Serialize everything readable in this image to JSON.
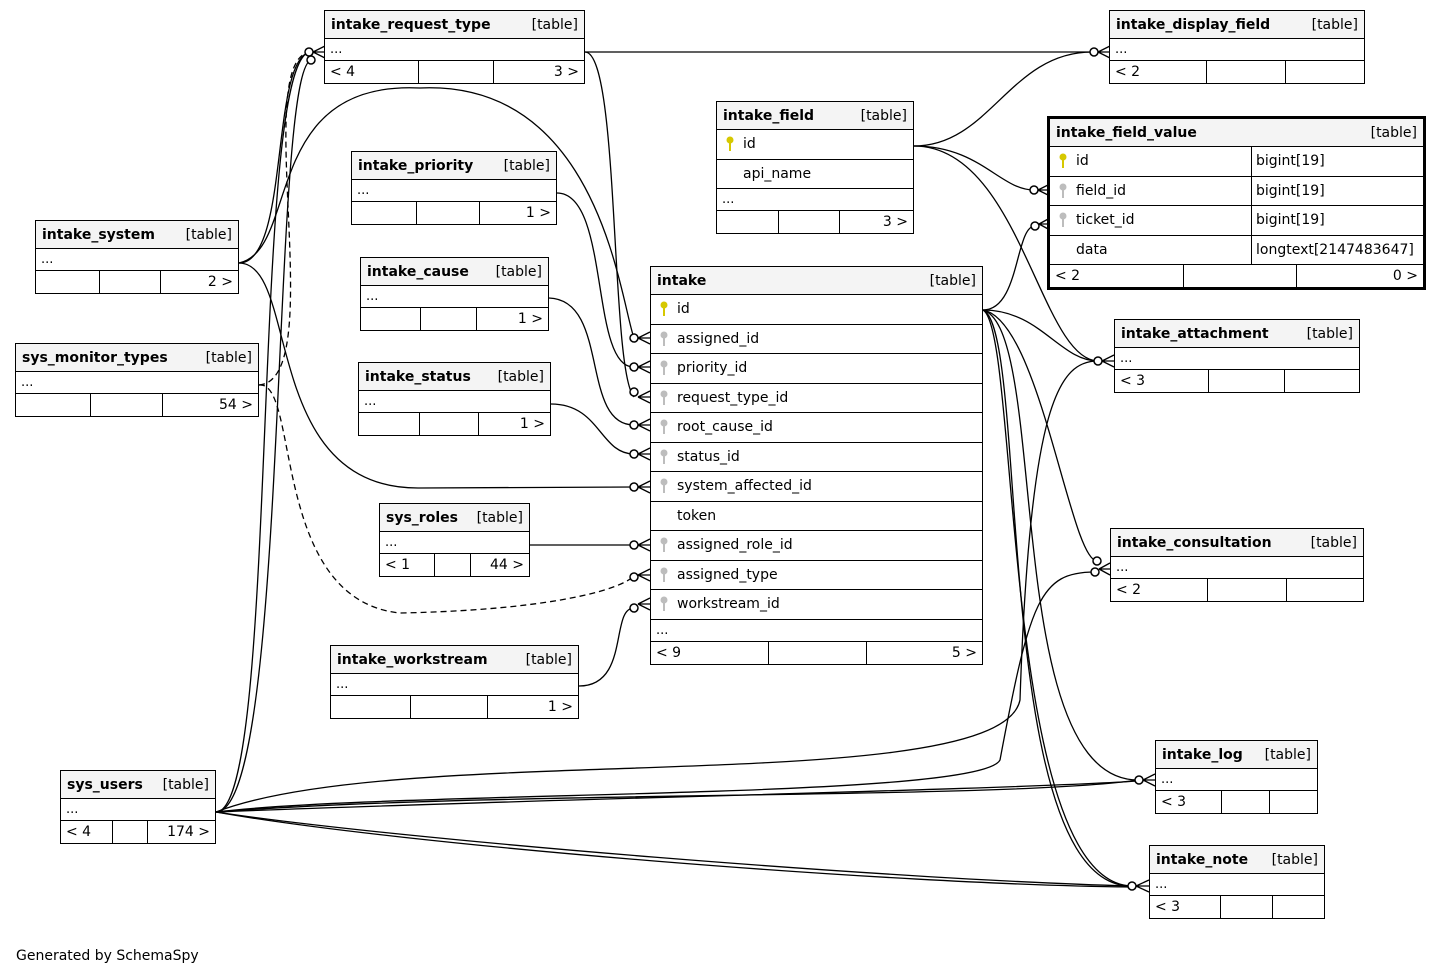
{
  "diagram": {
    "credit": "Generated by SchemaSpy",
    "tables": {
      "intake_request_type": {
        "name": "intake_request_type",
        "kind": "[table]",
        "ellipsis": "...",
        "parents": "< 4",
        "children": "3 >"
      },
      "intake_display_field": {
        "name": "intake_display_field",
        "kind": "[table]",
        "ellipsis": "...",
        "parents": "< 2",
        "children": ""
      },
      "intake_field": {
        "name": "intake_field",
        "kind": "[table]",
        "columns": [
          {
            "name": "id",
            "key": "primary"
          },
          {
            "name": "api_name",
            "key": "none"
          }
        ],
        "ellipsis": "...",
        "parents": "",
        "children": "3 >"
      },
      "intake_field_value": {
        "name": "intake_field_value",
        "kind": "[table]",
        "columns": [
          {
            "name": "id",
            "type": "bigint[19]",
            "key": "primary"
          },
          {
            "name": "field_id",
            "type": "bigint[19]",
            "key": "foreign"
          },
          {
            "name": "ticket_id",
            "type": "bigint[19]",
            "key": "foreign"
          },
          {
            "name": "data",
            "type": "longtext[2147483647]",
            "key": "none"
          }
        ],
        "parents": "< 2",
        "children": "0 >"
      },
      "intake_priority": {
        "name": "intake_priority",
        "kind": "[table]",
        "ellipsis": "...",
        "parents": "",
        "children": "1 >"
      },
      "intake_system": {
        "name": "intake_system",
        "kind": "[table]",
        "ellipsis": "...",
        "parents": "",
        "children": "2 >"
      },
      "intake_cause": {
        "name": "intake_cause",
        "kind": "[table]",
        "ellipsis": "...",
        "parents": "",
        "children": "1 >"
      },
      "sys_monitor_types": {
        "name": "sys_monitor_types",
        "kind": "[table]",
        "ellipsis": "...",
        "parents": "",
        "children": "54 >"
      },
      "intake_status": {
        "name": "intake_status",
        "kind": "[table]",
        "ellipsis": "...",
        "parents": "",
        "children": "1 >"
      },
      "intake": {
        "name": "intake",
        "kind": "[table]",
        "columns": [
          {
            "name": "id",
            "key": "primary"
          },
          {
            "name": "assigned_id",
            "key": "foreign"
          },
          {
            "name": "priority_id",
            "key": "foreign"
          },
          {
            "name": "request_type_id",
            "key": "foreign"
          },
          {
            "name": "root_cause_id",
            "key": "foreign"
          },
          {
            "name": "status_id",
            "key": "foreign"
          },
          {
            "name": "system_affected_id",
            "key": "foreign"
          },
          {
            "name": "token",
            "key": "none"
          },
          {
            "name": "assigned_role_id",
            "key": "foreign"
          },
          {
            "name": "assigned_type",
            "key": "foreign"
          },
          {
            "name": "workstream_id",
            "key": "foreign"
          }
        ],
        "ellipsis": "...",
        "parents": "< 9",
        "children": "5 >"
      },
      "intake_attachment": {
        "name": "intake_attachment",
        "kind": "[table]",
        "ellipsis": "...",
        "parents": "< 3",
        "children": ""
      },
      "sys_roles": {
        "name": "sys_roles",
        "kind": "[table]",
        "ellipsis": "...",
        "parents": "< 1",
        "children": "44 >"
      },
      "intake_consultation": {
        "name": "intake_consultation",
        "kind": "[table]",
        "ellipsis": "...",
        "parents": "< 2",
        "children": ""
      },
      "intake_workstream": {
        "name": "intake_workstream",
        "kind": "[table]",
        "ellipsis": "...",
        "parents": "",
        "children": "1 >"
      },
      "intake_log": {
        "name": "intake_log",
        "kind": "[table]",
        "ellipsis": "...",
        "parents": "< 3",
        "children": ""
      },
      "sys_users": {
        "name": "sys_users",
        "kind": "[table]",
        "ellipsis": "...",
        "parents": "< 4",
        "children": "174 >"
      },
      "intake_note": {
        "name": "intake_note",
        "kind": "[table]",
        "ellipsis": "...",
        "parents": "< 3",
        "children": ""
      }
    },
    "relationships": [
      {
        "from": "intake_request_type",
        "to": "intake_display_field",
        "style": "solid"
      },
      {
        "from": "intake_request_type",
        "to": "intake.request_type_id",
        "style": "solid"
      },
      {
        "from": "intake_field.id",
        "to": "intake_display_field",
        "style": "solid"
      },
      {
        "from": "intake_field.id",
        "to": "intake_field_value.field_id",
        "style": "solid"
      },
      {
        "from": "intake_field.id",
        "to": "intake_attachment",
        "style": "solid"
      },
      {
        "from": "intake.id",
        "to": "intake_field_value.ticket_id",
        "style": "solid"
      },
      {
        "from": "intake.id",
        "to": "intake_attachment",
        "style": "solid"
      },
      {
        "from": "intake.id",
        "to": "intake_consultation",
        "style": "solid"
      },
      {
        "from": "intake.id",
        "to": "intake_log",
        "style": "solid"
      },
      {
        "from": "intake.id",
        "to": "intake_note",
        "style": "solid"
      },
      {
        "from": "intake_priority",
        "to": "intake.priority_id",
        "style": "solid"
      },
      {
        "from": "intake_cause",
        "to": "intake.root_cause_id",
        "style": "solid"
      },
      {
        "from": "intake_status",
        "to": "intake.status_id",
        "style": "solid"
      },
      {
        "from": "intake_system",
        "to": "intake.system_affected_id",
        "style": "solid"
      },
      {
        "from": "intake_system",
        "to": "intake_request_type",
        "style": "solid"
      },
      {
        "from": "sys_monitor_types",
        "to": "intake_request_type",
        "style": "dashed"
      },
      {
        "from": "sys_monitor_types",
        "to": "intake.assigned_type",
        "style": "dashed"
      },
      {
        "from": "sys_roles",
        "to": "intake.assigned_role_id",
        "style": "solid"
      },
      {
        "from": "intake_workstream",
        "to": "intake.workstream_id",
        "style": "solid"
      },
      {
        "from": "sys_users",
        "to": "intake.assigned_id",
        "style": "solid"
      },
      {
        "from": "sys_users",
        "to": "intake_request_type",
        "style": "solid"
      },
      {
        "from": "sys_users",
        "to": "intake_attachment",
        "style": "solid"
      },
      {
        "from": "sys_users",
        "to": "intake_consultation",
        "style": "solid"
      },
      {
        "from": "sys_users",
        "to": "intake_log",
        "style": "solid"
      },
      {
        "from": "sys_users",
        "to": "intake_note",
        "style": "solid"
      }
    ]
  }
}
